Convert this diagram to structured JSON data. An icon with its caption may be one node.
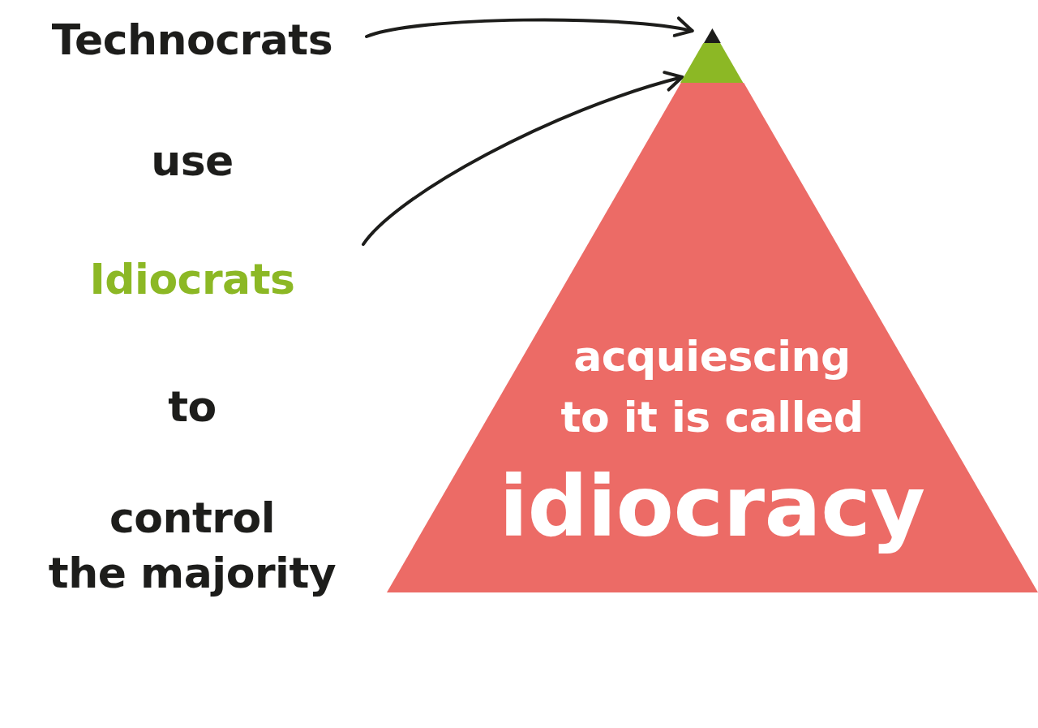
{
  "diagram": {
    "nodes": [
      {
        "text": [
          "Technocrats"
        ]
      },
      {
        "text": [
          "Idiocrats"
        ]
      },
      {
        "text": [],
        "shape": "triangle"
      },
      {
        "text": [],
        "shape": "band"
      },
      {
        "text": [
          "acquiescing to it is called",
          "idiocracy"
        ]
      }
    ],
    "edges": [
      {
        "from": 0,
        "to": 2,
        "arrow": "to"
      },
      {
        "from": 1,
        "to": 3,
        "arrow": "to"
      }
    ],
    "labels": [
      "use",
      "to",
      "control the majority"
    ]
  }
}
